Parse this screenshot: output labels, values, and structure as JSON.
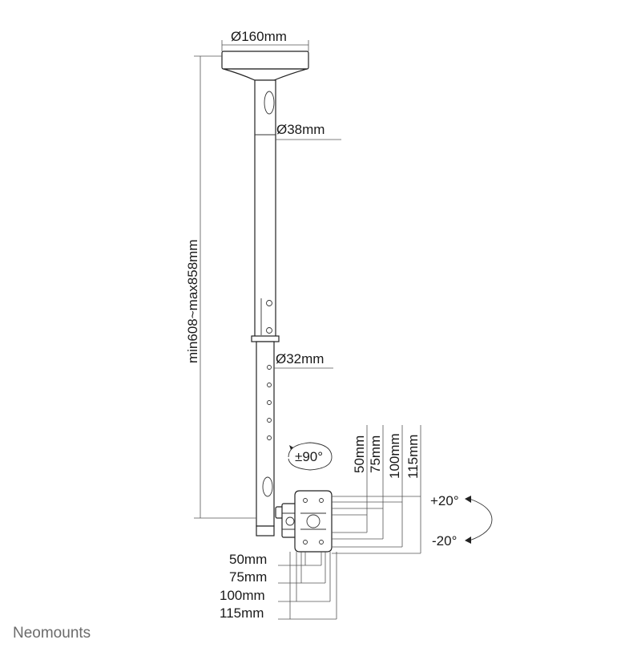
{
  "labels": {
    "base_diameter": "Ø160mm",
    "upper_pole_diameter": "Ø38mm",
    "lower_pole_diameter": "Ø32mm",
    "height_range": "min608~max858mm",
    "swivel": "±90°",
    "tilt_up": "+20°",
    "tilt_down": "-20°",
    "vesa_vertical": [
      "50mm",
      "75mm",
      "100mm",
      "115mm"
    ],
    "vesa_horizontal": [
      "50mm",
      "75mm",
      "100mm",
      "115mm"
    ]
  },
  "brand": "Neomounts"
}
